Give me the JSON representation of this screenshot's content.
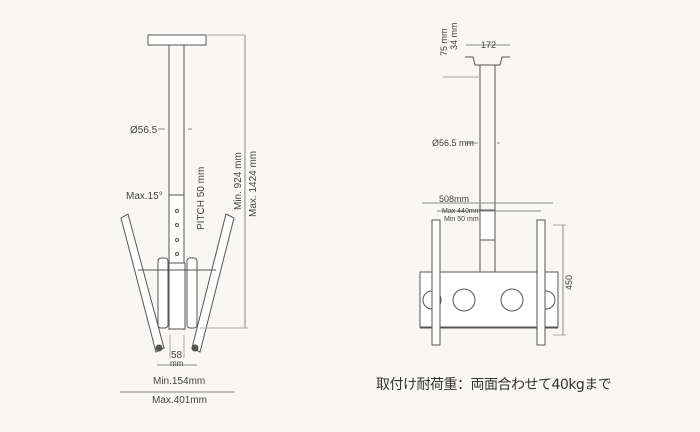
{
  "left_view": {
    "pole_diameter": "Ø56.5",
    "tilt": "Max.15°",
    "pitch": "PITCH 50 mm",
    "height_min": "Min. 924 mm",
    "height_max": "Max. 1424 mm",
    "center_width_value": "58",
    "center_width_unit": "mm",
    "min_width": "Min.154mm",
    "max_width": "Max.401mm"
  },
  "right_view": {
    "dim_75": "75 mm",
    "dim_34": "34 mm",
    "plate_width": "172",
    "pole_diameter": "Ø56.5 mm",
    "bracket_width": "508mm",
    "vesa_max": "Max 440mm",
    "vesa_min": "Min 50 mm",
    "bracket_height": "450"
  },
  "caption": "取付け耐荷重：両面合わせて40kgまで",
  "colors": {
    "line": "#555555",
    "background": "#f9f7f4"
  }
}
